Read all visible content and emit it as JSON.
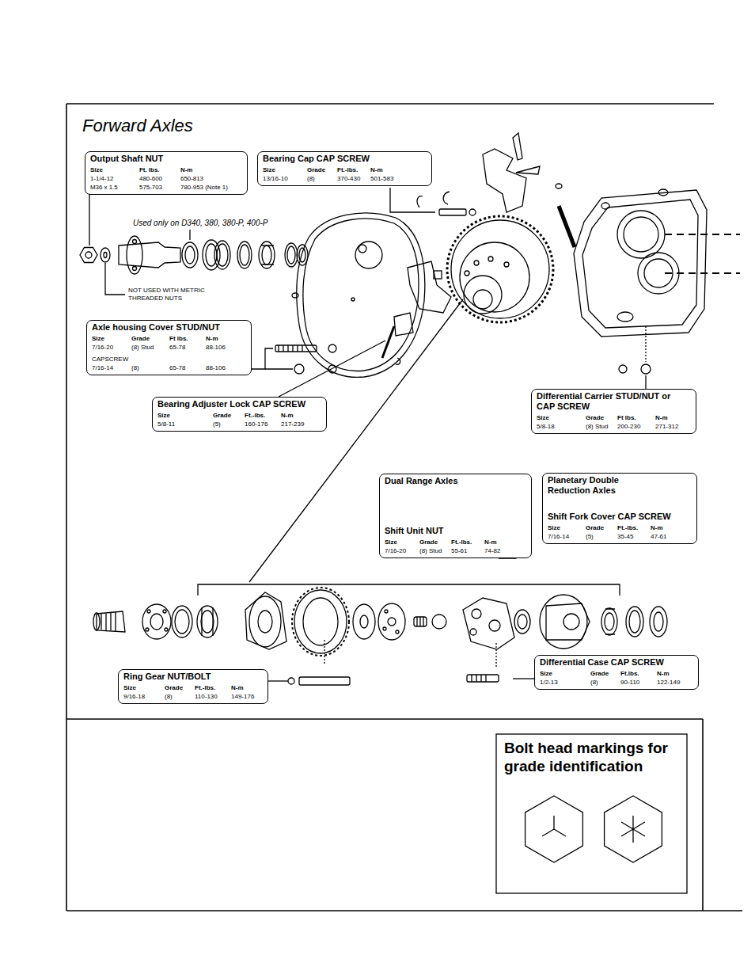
{
  "diagram": {
    "title": "Forward Axles",
    "nodes": [
      {
        "text": [
          "Output Shaft NUT",
          "Size",
          "Ft. lbs.",
          "N-m",
          "1-1/4-12",
          "480-600",
          "650-813",
          "M36 x 1.5",
          "575-703",
          "780-953 (Note 1)"
        ]
      },
      {
        "text": [
          "Bearing Cap CAP SCREW",
          "Size",
          "Grade",
          "Ft.-lbs.",
          "N-m",
          "13/16-10",
          "(8)",
          "370-430",
          "501-583"
        ]
      },
      {
        "text": [
          "Axle housing Cover STUD/NUT",
          "Size",
          "Grade",
          "Ft lbs.",
          "N-m",
          "7/16-20",
          "(8) Stud",
          "65-78",
          "88-106",
          "CAPSCREW",
          "7/16-14",
          "(8)",
          "65-78",
          "88-106"
        ]
      },
      {
        "text": [
          "Bearing Adjuster Lock CAP SCREW",
          "Size",
          "Grade",
          "Ft.-lbs.",
          "N-m",
          "5/8-11",
          "(5)",
          "160-176",
          "217-239"
        ]
      },
      {
        "text": [
          "Differential Carrier STUD/NUT or CAP SCREW",
          "Size",
          "Grade",
          "Ft lbs.",
          "N-m",
          "5/8-18",
          "(8) Stud",
          "200-230",
          "271-312"
        ]
      },
      {
        "text": [
          "Dual Range Axles",
          "Shift Unit NUT",
          "Size",
          "Grade",
          "Ft.-lbs.",
          "N-m",
          "7/16-20",
          "(8) Stud",
          "55-61",
          "74-82"
        ]
      },
      {
        "text": [
          "Planetary Double Reduction Axles",
          "Shift Fork Cover CAP SCREW",
          "Size",
          "Grade",
          "Ft.-lbs.",
          "N-m",
          "7/16-14",
          "(5)",
          "35-45",
          "47-61"
        ]
      },
      {
        "text": [
          "Ring Gear NUT/BOLT",
          "Size",
          "Grade",
          "Ft.-lbs.",
          "N-m",
          "9/16-18",
          "(8)",
          "110-130",
          "149-176"
        ]
      },
      {
        "text": [
          "Differential Case CAP SCREW",
          "Size",
          "Grade",
          "Ft.lbs.",
          "N-m",
          "1/2-13",
          "(8)",
          "90-110",
          "122-149"
        ]
      },
      {
        "text": [
          "Bolt head markings for grade identification"
        ]
      }
    ],
    "labels": [
      "Used only on D340, 380, 380-P, 400-P",
      "NOT USED WITH METRIC THREADED NUTS"
    ]
  }
}
